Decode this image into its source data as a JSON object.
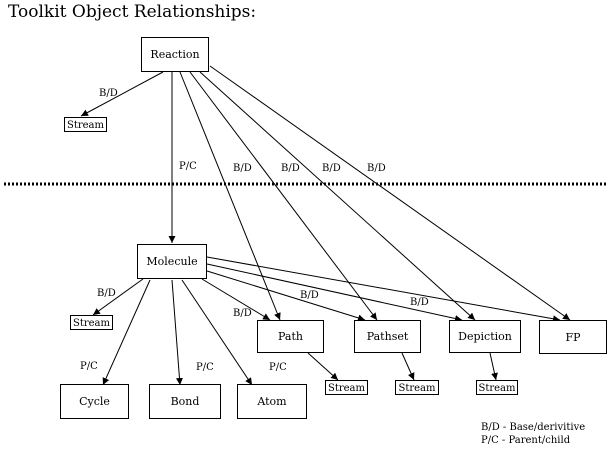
{
  "title": "Toolkit Object Relationships:",
  "nodes": {
    "reaction": "Reaction",
    "molecule": "Molecule",
    "path": "Path",
    "pathset": "Pathset",
    "depiction": "Depiction",
    "fp": "FP",
    "cycle": "Cycle",
    "bond": "Bond",
    "atom": "Atom",
    "stream_reaction": "Stream",
    "stream_molecule": "Stream",
    "stream_path": "Stream",
    "stream_pathset": "Stream",
    "stream_depiction": "Stream"
  },
  "edge_labels": {
    "reaction_stream": "B/D",
    "reaction_molecule": "P/C",
    "reaction_path": "B/D",
    "reaction_pathset": "B/D",
    "reaction_depiction": "B/D",
    "reaction_fp": "B/D",
    "molecule_stream": "B/D",
    "molecule_path": "B/D",
    "molecule_pathset": "B/D",
    "molecule_depiction": "B/D",
    "molecule_cycle": "P/C",
    "molecule_bond": "P/C",
    "molecule_atom": "P/C"
  },
  "legend": {
    "bd": "B/D - Base/derivitive",
    "pc": "P/C - Parent/child"
  }
}
